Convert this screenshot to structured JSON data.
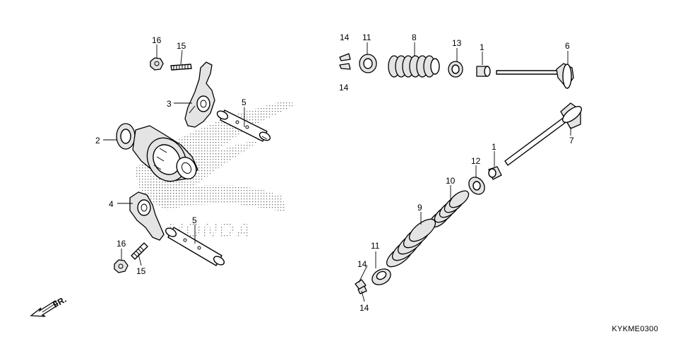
{
  "diagram_code": "KYKME0300",
  "brand_watermark": "HONDA",
  "direction_label": "FR.",
  "callouts": {
    "c16a": "16",
    "c15a": "15",
    "c3": "3",
    "c5a": "5",
    "c2": "2",
    "c4": "4",
    "c5b": "5",
    "c16b": "16",
    "c15b": "15",
    "c14a": "14",
    "c14b": "14",
    "c11a": "11",
    "c8": "8",
    "c13": "13",
    "c1a": "1",
    "c6": "6",
    "c7": "7",
    "c1b": "1",
    "c12": "12",
    "c10": "10",
    "c9": "9",
    "c11b": "11",
    "c14c": "14",
    "c14d": "14"
  }
}
